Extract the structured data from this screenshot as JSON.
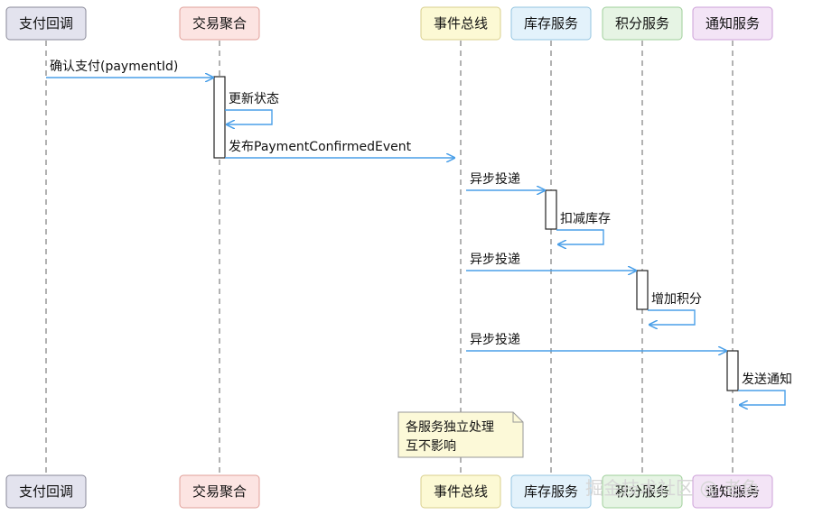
{
  "participants": [
    {
      "id": "payment-callback",
      "label": "支付回调",
      "fill": "#e3e3ee",
      "stroke": "#8a8a99"
    },
    {
      "id": "trade-aggregate",
      "label": "交易聚合",
      "fill": "#fce4e2",
      "stroke": "#e0a09a"
    },
    {
      "id": "event-bus",
      "label": "事件总线",
      "fill": "#fcf9d4",
      "stroke": "#d9cf8e"
    },
    {
      "id": "inventory-service",
      "label": "库存服务",
      "fill": "#e3f2fb",
      "stroke": "#93c4e0"
    },
    {
      "id": "points-service",
      "label": "积分服务",
      "fill": "#e6f4e4",
      "stroke": "#9fcf9a"
    },
    {
      "id": "notification-service",
      "label": "通知服务",
      "fill": "#f3e4f6",
      "stroke": "#cda0d8"
    }
  ],
  "messages": [
    {
      "from": "payment-callback",
      "to": "trade-aggregate",
      "label": "确认支付(paymentId)"
    },
    {
      "from": "trade-aggregate",
      "to": "trade-aggregate",
      "label": "更新状态",
      "self": true
    },
    {
      "from": "trade-aggregate",
      "to": "event-bus",
      "label": "发布PaymentConfirmedEvent"
    },
    {
      "from": "event-bus",
      "to": "inventory-service",
      "label": "异步投递"
    },
    {
      "from": "inventory-service",
      "to": "inventory-service",
      "label": "扣减库存",
      "self": true
    },
    {
      "from": "event-bus",
      "to": "points-service",
      "label": "异步投递"
    },
    {
      "from": "points-service",
      "to": "points-service",
      "label": "增加积分",
      "self": true
    },
    {
      "from": "event-bus",
      "to": "notification-service",
      "label": "异步投递"
    },
    {
      "from": "notification-service",
      "to": "notification-service",
      "label": "发送通知",
      "self": true
    }
  ],
  "note": {
    "lines": [
      "各服务独立处理",
      "互不影响"
    ]
  },
  "watermark": "掘金技术社区 @ 老鱼",
  "colors": {
    "arrow": "#4a9fe8",
    "lifeline": "#666666",
    "note_fill": "#fcf9d8"
  }
}
